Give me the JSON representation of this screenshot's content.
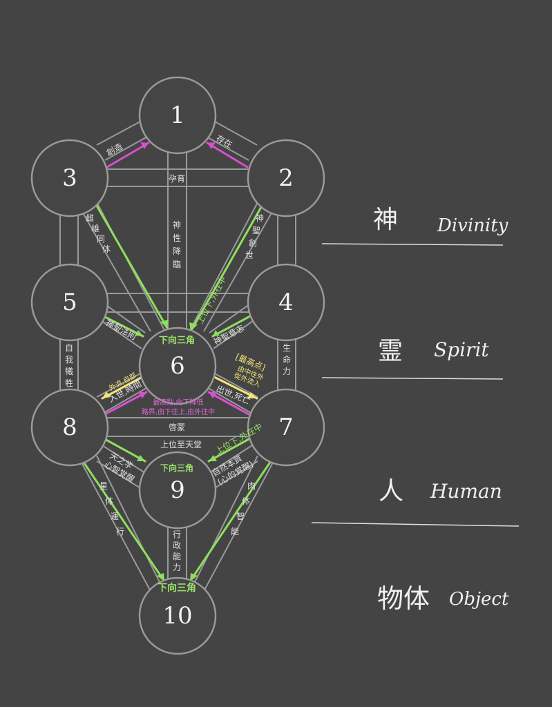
{
  "nodes": [
    {
      "id": "1",
      "label": "1"
    },
    {
      "id": "2",
      "label": "2"
    },
    {
      "id": "3",
      "label": "3"
    },
    {
      "id": "4",
      "label": "4"
    },
    {
      "id": "5",
      "label": "5"
    },
    {
      "id": "6",
      "label": "6"
    },
    {
      "id": "7",
      "label": "7"
    },
    {
      "id": "8",
      "label": "8"
    },
    {
      "id": "9",
      "label": "9"
    },
    {
      "id": "10",
      "label": "10"
    }
  ],
  "paths": {
    "p_3_1": "創造",
    "p_2_1": "存在",
    "p_3_2": "孕育",
    "p_3_6": "雌雄同体",
    "p_1_6": "神性降臨",
    "p_2_4": "神聖創世",
    "p_2_6_vert": "上位下,外在中",
    "p_5_6": "神聖法則",
    "p_4_6": "神聖意志",
    "p_5_8": "自我犧牲",
    "p_4_7": "生命力",
    "p_8_7": "啓蒙",
    "p_8_9": "天之学",
    "p_8_9_b": "心智覚醒",
    "p_7_9": "自然本質",
    "p_7_9_b": "(心的覚醒)",
    "p_8_10": "星体運行",
    "p_7_10": "肉体智能",
    "p_9_10": "行政能力",
    "p_9_top": "上位至天堂",
    "p_7_9_green": "上位下,外在中"
  },
  "arrows": {
    "six_top": "下向三角",
    "nine_top": "下向三角",
    "ten_top": "下向三角",
    "left_yellow": "外流,自部",
    "left_white": "入世,時間",
    "right_yellow_title": "[最高点]",
    "right_yellow_a": "由中往外",
    "right_yellow_b": "從外流入",
    "right_white": "出世,死亡",
    "mag_a": "最高點,向下降低",
    "mag_b": "路界,由下往上,由外往中"
  },
  "legend": [
    {
      "jp": "神",
      "en": "Divinity"
    },
    {
      "jp": "霊",
      "en": "Spirit"
    },
    {
      "jp": "人",
      "en": "Human"
    },
    {
      "jp": "物体",
      "en": "Object"
    }
  ],
  "colors": {
    "background": "#444444",
    "green": "#9de36a",
    "magenta": "#d94fd1",
    "yellow": "#f4e47a",
    "gray_line": "#9a9a9a"
  }
}
